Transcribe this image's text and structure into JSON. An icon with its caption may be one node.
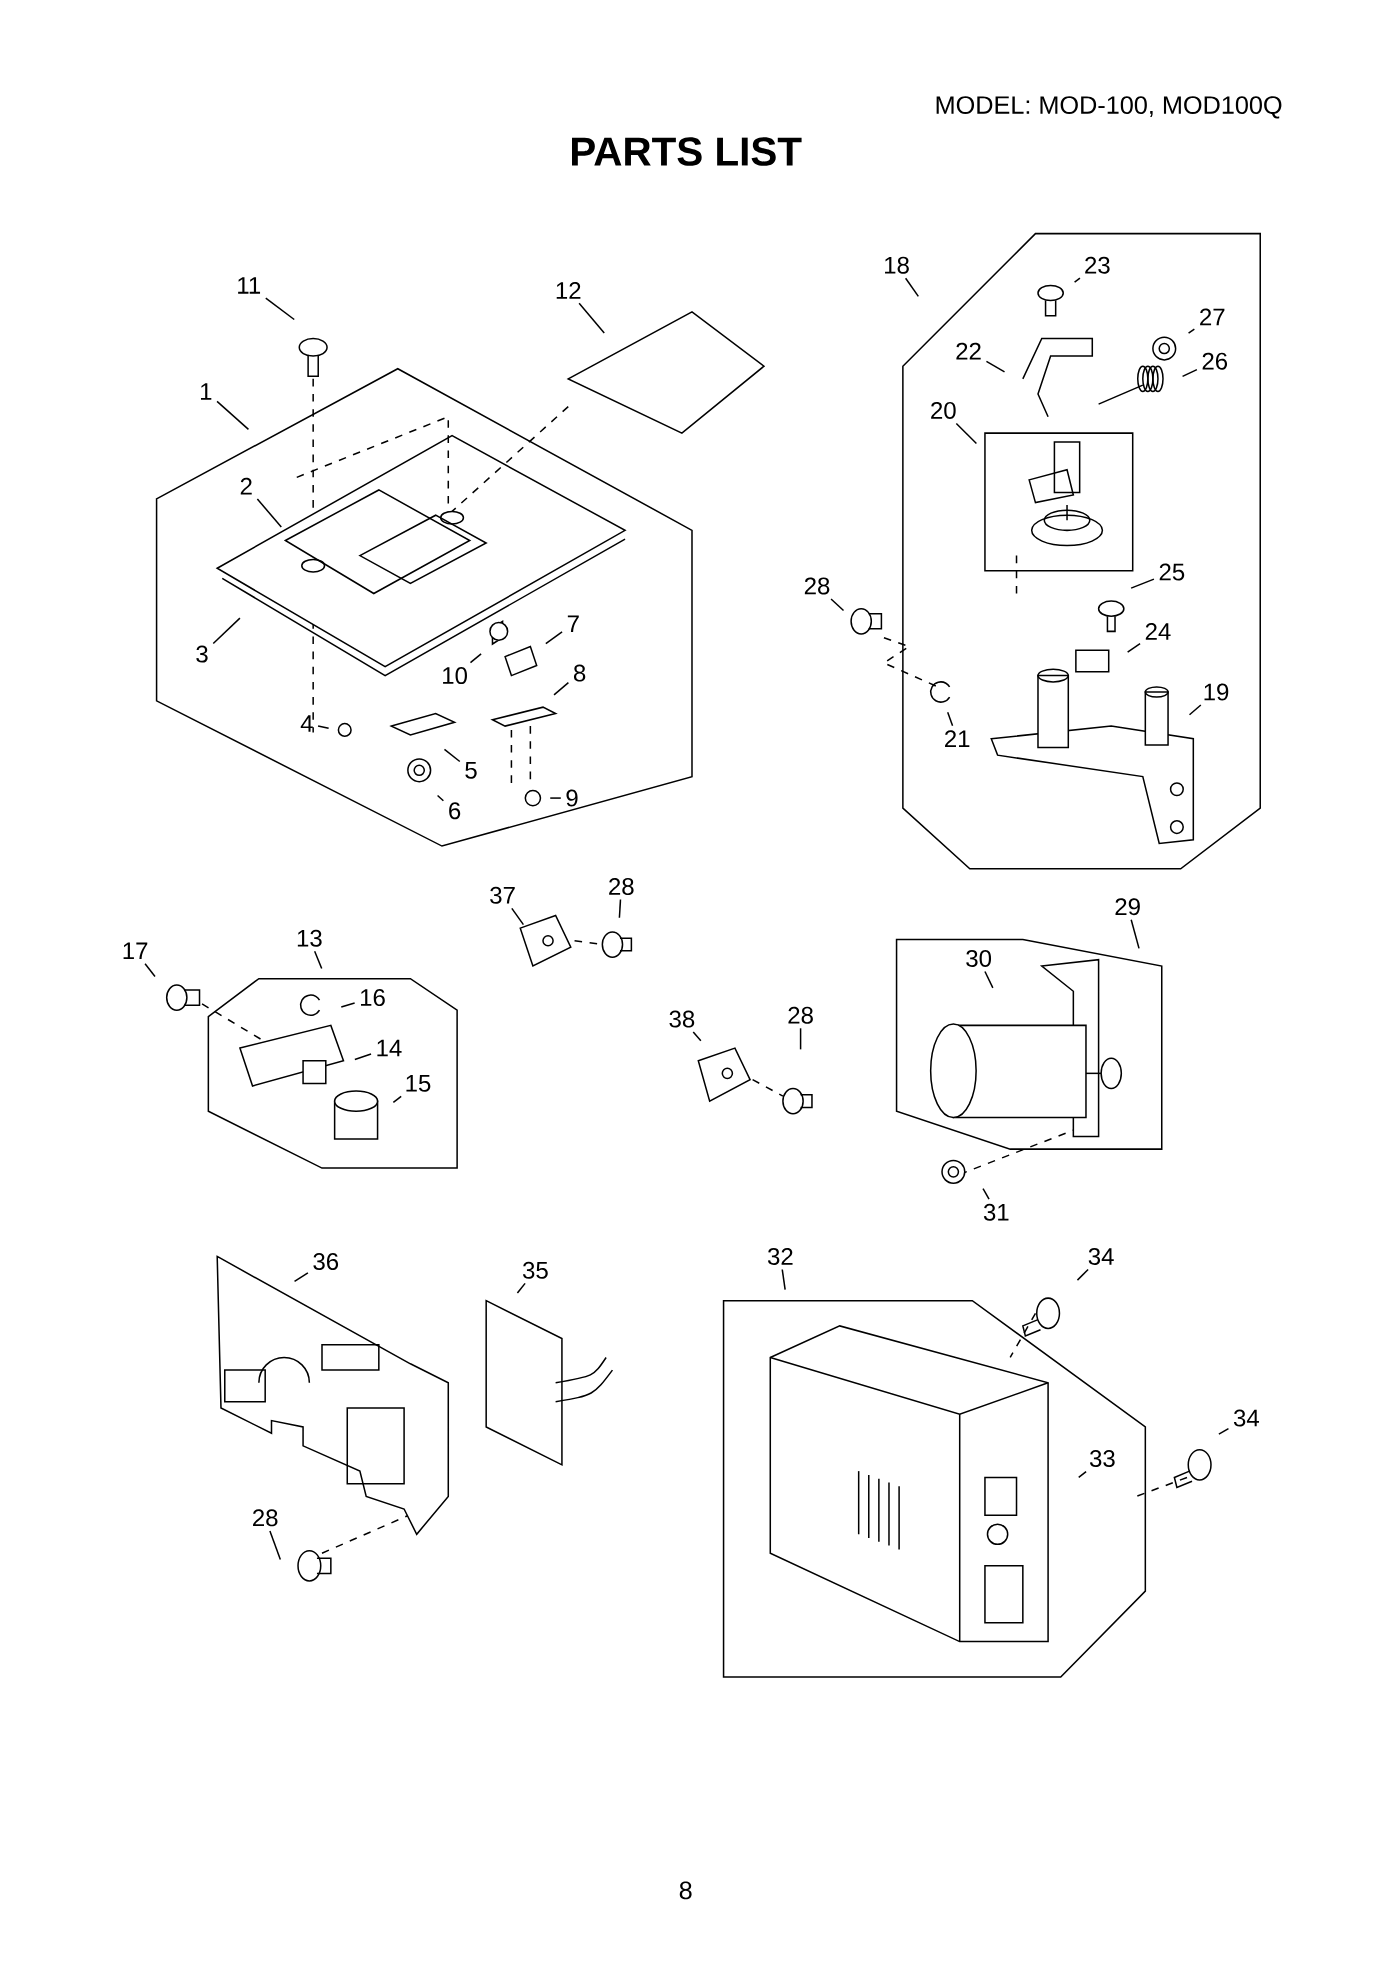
{
  "diagram": {
    "title": "PARTS LIST",
    "nodes": [
      {
        "text": [
          "18"
        ]
      },
      {
        "text": [
          "23"
        ]
      },
      {
        "text": [
          "11"
        ]
      },
      {
        "text": [
          "12"
        ]
      },
      {
        "text": [
          "27"
        ]
      },
      {
        "text": [
          "22"
        ]
      },
      {
        "text": [
          "26"
        ]
      },
      {
        "text": [
          "1"
        ]
      },
      {
        "text": [
          "20"
        ]
      },
      {
        "text": [
          "2"
        ]
      },
      {
        "text": [
          "25"
        ]
      },
      {
        "text": [
          "28"
        ]
      },
      {
        "text": [
          "7"
        ]
      },
      {
        "text": [
          "24"
        ]
      },
      {
        "text": [
          "3"
        ]
      },
      {
        "text": [
          "10"
        ]
      },
      {
        "text": [
          "8"
        ]
      },
      {
        "text": [
          "19"
        ]
      },
      {
        "text": [
          "4"
        ]
      },
      {
        "text": [
          "21"
        ]
      },
      {
        "text": [
          "5"
        ]
      },
      {
        "text": [
          "9"
        ]
      },
      {
        "text": [
          "6"
        ]
      },
      {
        "text": [
          "28"
        ]
      },
      {
        "text": [
          "37"
        ]
      },
      {
        "text": [
          "29"
        ]
      },
      {
        "text": [
          "13"
        ]
      },
      {
        "text": [
          "17"
        ]
      },
      {
        "text": [
          "30"
        ]
      },
      {
        "text": [
          "16"
        ]
      },
      {
        "text": [
          "28"
        ]
      },
      {
        "text": [
          "38"
        ]
      },
      {
        "text": [
          "14"
        ]
      },
      {
        "text": [
          "15"
        ]
      },
      {
        "text": [
          "31"
        ]
      },
      {
        "text": [
          "32"
        ]
      },
      {
        "text": [
          "34"
        ]
      },
      {
        "text": [
          "36"
        ]
      },
      {
        "text": [
          "35"
        ]
      },
      {
        "text": [
          "34"
        ]
      },
      {
        "text": [
          "33"
        ]
      },
      {
        "text": [
          "28"
        ]
      }
    ],
    "edges": [
      {
        "from": 0,
        "to": null,
        "arrow": "none"
      },
      {
        "from": 1,
        "to": null,
        "arrow": "none"
      },
      {
        "from": 2,
        "to": null,
        "arrow": "none"
      },
      {
        "from": 3,
        "to": null,
        "arrow": "none"
      },
      {
        "from": 4,
        "to": null,
        "arrow": "none"
      },
      {
        "from": 5,
        "to": null,
        "arrow": "none"
      },
      {
        "from": 6,
        "to": null,
        "arrow": "none"
      },
      {
        "from": 7,
        "to": null,
        "arrow": "none"
      },
      {
        "from": 8,
        "to": null,
        "arrow": "none"
      },
      {
        "from": 9,
        "to": null,
        "arrow": "none"
      },
      {
        "from": 10,
        "to": null,
        "arrow": "none"
      },
      {
        "from": 11,
        "to": null,
        "arrow": "none"
      },
      {
        "from": 12,
        "to": null,
        "arrow": "none"
      },
      {
        "from": 13,
        "to": null,
        "arrow": "none"
      },
      {
        "from": 14,
        "to": null,
        "arrow": "none"
      },
      {
        "from": 15,
        "to": null,
        "arrow": "none"
      },
      {
        "from": 16,
        "to": null,
        "arrow": "none"
      },
      {
        "from": 17,
        "to": null,
        "arrow": "none"
      },
      {
        "from": 18,
        "to": null,
        "arrow": "none"
      },
      {
        "from": 19,
        "to": null,
        "arrow": "none"
      },
      {
        "from": 20,
        "to": null,
        "arrow": "none"
      },
      {
        "from": 21,
        "to": null,
        "arrow": "none"
      },
      {
        "from": 22,
        "to": null,
        "arrow": "none"
      },
      {
        "from": 23,
        "to": null,
        "arrow": "none"
      },
      {
        "from": 24,
        "to": null,
        "arrow": "none"
      },
      {
        "from": 25,
        "to": null,
        "arrow": "none"
      },
      {
        "from": 26,
        "to": null,
        "arrow": "none"
      },
      {
        "from": 27,
        "to": null,
        "arrow": "none"
      },
      {
        "from": 28,
        "to": null,
        "arrow": "none"
      },
      {
        "from": 29,
        "to": null,
        "arrow": "none"
      },
      {
        "from": 30,
        "to": null,
        "arrow": "none"
      },
      {
        "from": 31,
        "to": null,
        "arrow": "none"
      },
      {
        "from": 32,
        "to": null,
        "arrow": "none"
      },
      {
        "from": 33,
        "to": null,
        "arrow": "none"
      },
      {
        "from": 34,
        "to": null,
        "arrow": "none"
      },
      {
        "from": 35,
        "to": null,
        "arrow": "none"
      },
      {
        "from": 36,
        "to": null,
        "arrow": "none"
      },
      {
        "from": 37,
        "to": null,
        "arrow": "none"
      },
      {
        "from": 38,
        "to": null,
        "arrow": "none"
      },
      {
        "from": 39,
        "to": null,
        "arrow": "none"
      },
      {
        "from": 40,
        "to": null,
        "arrow": "none"
      },
      {
        "from": 41,
        "to": null,
        "arrow": "none"
      }
    ],
    "labels": [
      "MODEL: MOD-100, MOD100Q",
      "8"
    ]
  }
}
